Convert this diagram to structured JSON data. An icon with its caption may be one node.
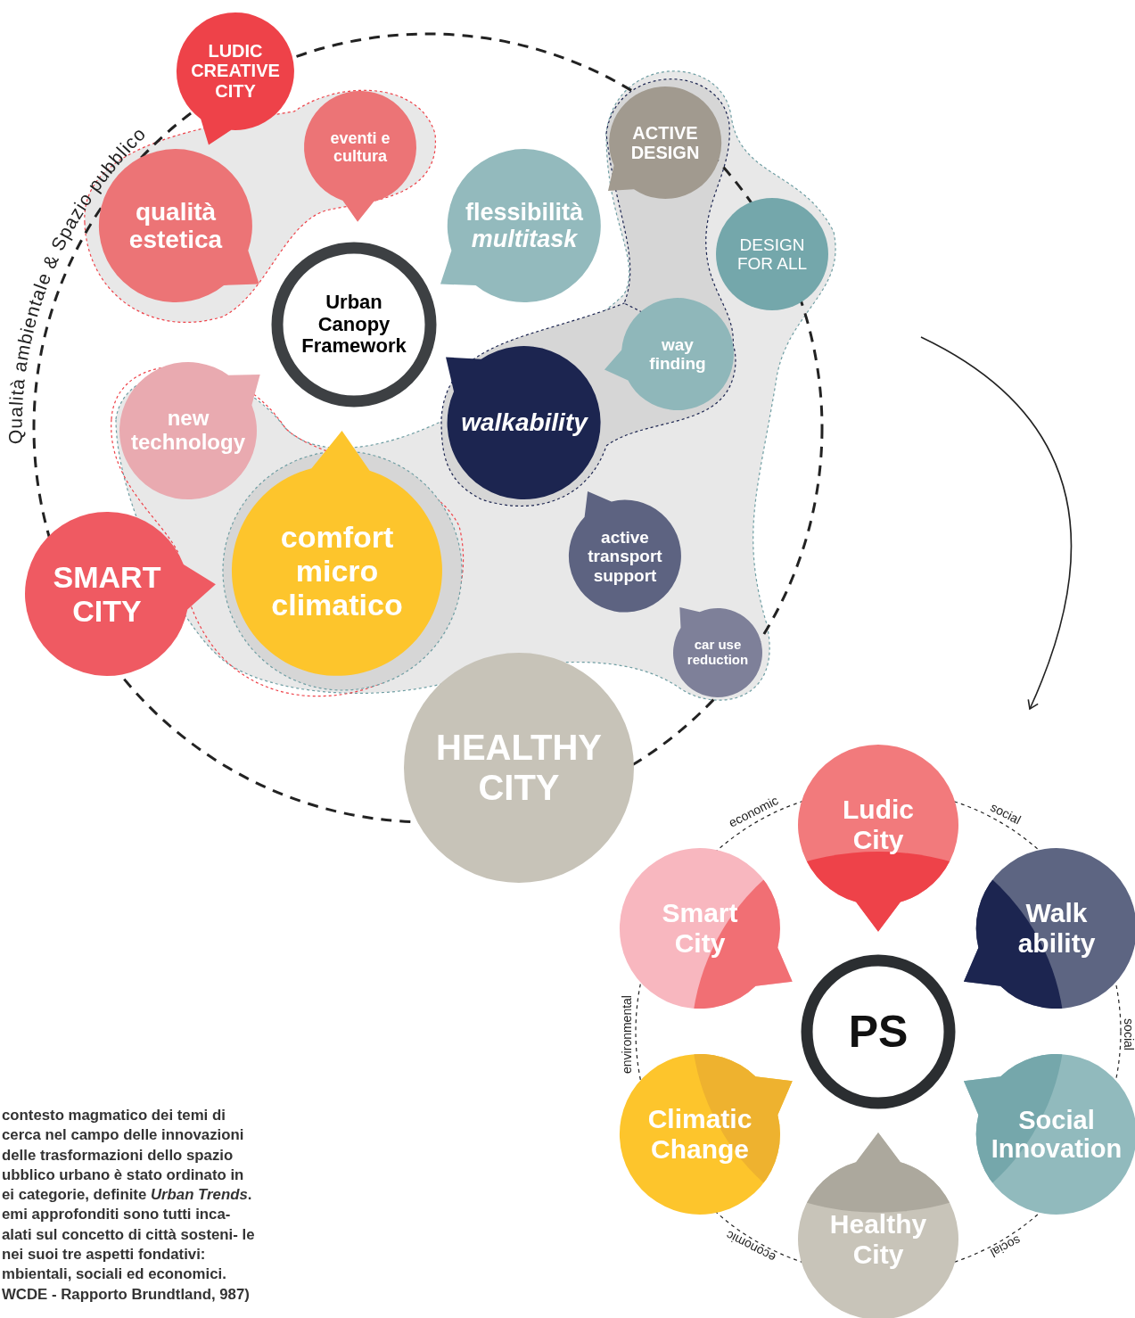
{
  "diagram": {
    "caption": "contesto magmatico dei temi di cerca nel campo delle innovazioni delle trasformazioni dello spazio ubblico urbano è stato ordinato in ei categorie, definite *Urban Trends*. emi approfonditi sono tutti inca- alati sul concetto di città sosteni- le nei suoi tre aspetti fondativi: mbientali, sociali ed economici. WCDE - Rapporto Brundtland, 987)",
    "nodes": [
      {
        "text": [
          "LUDIC CREATIVE CITY"
        ]
      },
      {
        "text": [
          "eventi e cultura"
        ]
      },
      {
        "text": [
          "qualità estetica"
        ]
      },
      {
        "text": [
          "ACTIVE DESIGN"
        ]
      },
      {
        "text": [
          "flessibilità *multitask*"
        ]
      },
      {
        "text": [
          "DESIGN FOR ALL"
        ]
      },
      {
        "text": [
          "Urban Canopy Framework"
        ]
      },
      {
        "text": [
          "way finding"
        ]
      },
      {
        "text": [
          "new technology"
        ]
      },
      {
        "text": [
          "walkability"
        ]
      },
      {
        "text": [
          "comfort micro climatico"
        ]
      },
      {
        "text": [
          "SMART CITY"
        ]
      },
      {
        "text": [
          "active transport support"
        ]
      },
      {
        "text": [
          "car use reduction"
        ]
      },
      {
        "text": [
          "HEALTHY CITY"
        ]
      },
      {
        "text": [
          "Ludic City"
        ]
      },
      {
        "text": [
          "Smart City"
        ]
      },
      {
        "text": [
          "Walk ability"
        ]
      },
      {
        "text": [
          "PS"
        ]
      },
      {
        "text": [
          "Climatic Change"
        ]
      },
      {
        "text": [
          "Social Innovation"
        ]
      },
      {
        "text": [
          "Healthy City"
        ]
      }
    ],
    "labels": [
      "Qualità ambientale & Spazio pubblico",
      "economic",
      "social",
      "environmental",
      "social",
      "economic",
      "social"
    ]
  }
}
